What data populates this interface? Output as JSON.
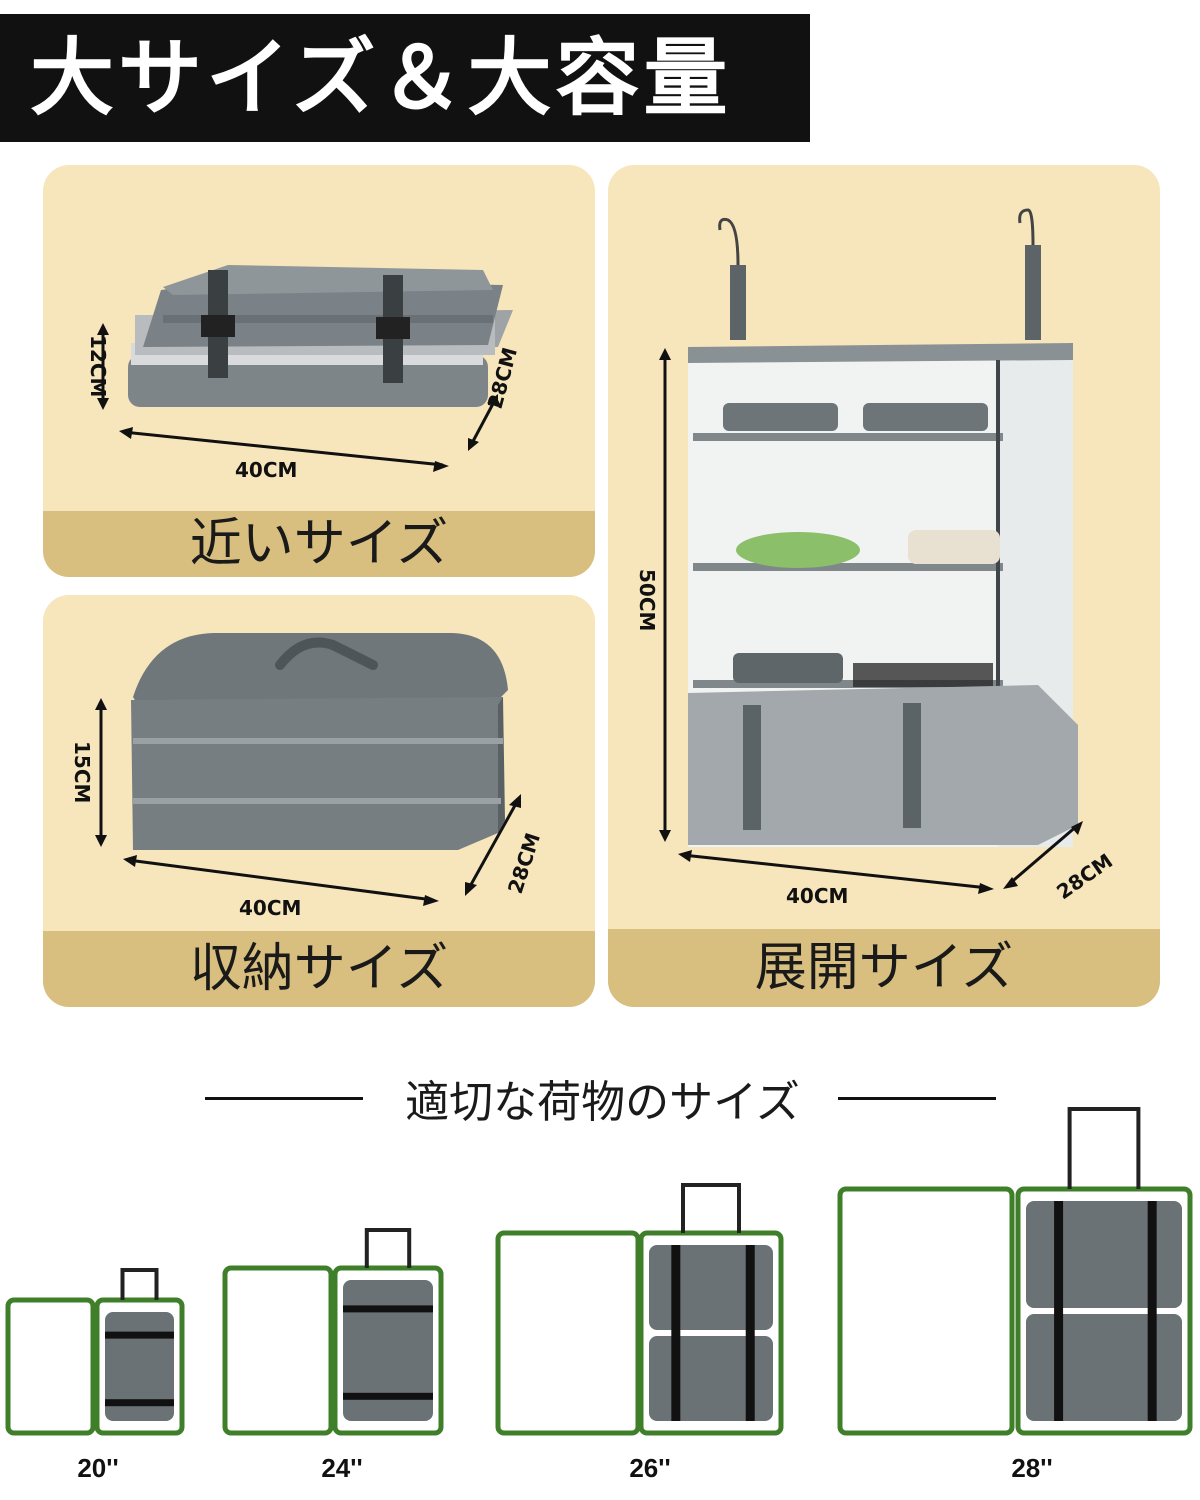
{
  "title": "大サイズ＆大容量",
  "panels": {
    "near": {
      "caption": "近いサイズ",
      "height": "12CM",
      "width": "40CM",
      "depth": "28CM"
    },
    "storage": {
      "caption": "収納サイズ",
      "height": "15CM",
      "width": "40CM",
      "depth": "28CM"
    },
    "expanded": {
      "caption": "展開サイズ",
      "height": "50CM",
      "width": "40CM",
      "depth": "28CM"
    }
  },
  "luggage_section": {
    "title": "適切な荷物のサイズ",
    "sizes": [
      "20''",
      "24''",
      "26''",
      "28''"
    ]
  },
  "colors": {
    "panel_bg": "#f7e6bc",
    "caption_bg": "#d8bf7f",
    "suitcase_outline": "#3f7f2a",
    "organizer_gray": "#6b7276"
  }
}
